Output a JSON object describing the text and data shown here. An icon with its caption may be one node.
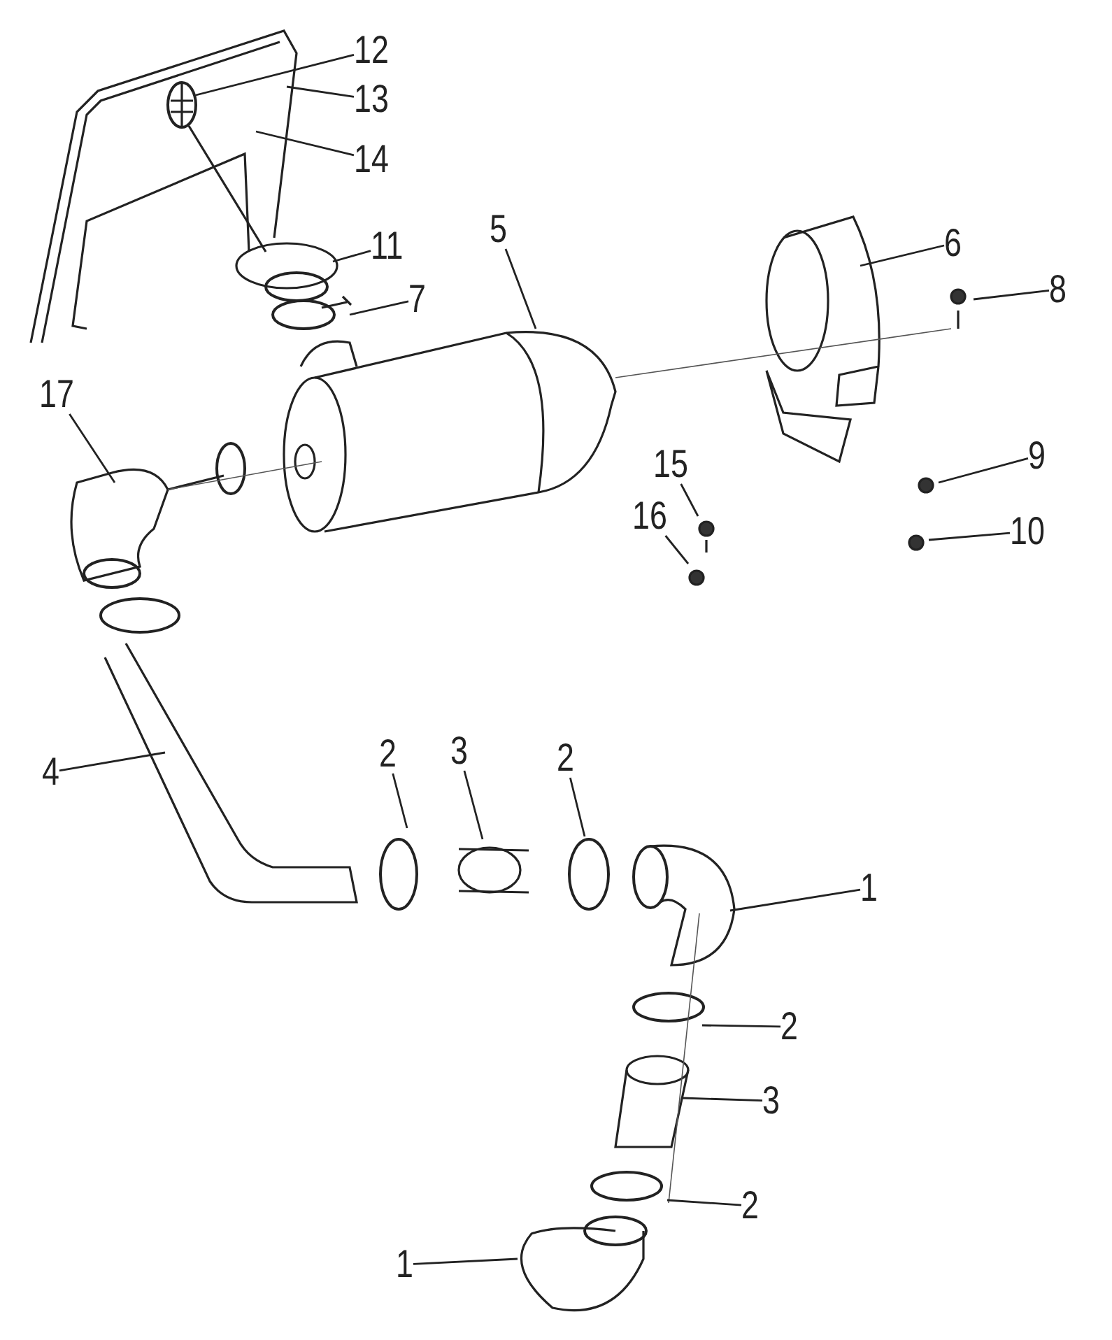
{
  "diagram": {
    "nodes": [
      {
        "text": [
          "12"
        ]
      },
      {
        "text": [
          "13"
        ]
      },
      {
        "text": [
          "14"
        ]
      },
      {
        "text": [
          "11"
        ]
      },
      {
        "text": [
          "7"
        ]
      },
      {
        "text": [
          "5"
        ]
      },
      {
        "text": [
          "6"
        ]
      },
      {
        "text": [
          "8"
        ]
      },
      {
        "text": [
          "17"
        ]
      },
      {
        "text": [
          "15"
        ]
      },
      {
        "text": [
          "9"
        ]
      },
      {
        "text": [
          "16"
        ]
      },
      {
        "text": [
          "10"
        ]
      },
      {
        "text": [
          "4"
        ]
      },
      {
        "text": [
          "2"
        ]
      },
      {
        "text": [
          "3"
        ]
      },
      {
        "text": [
          "2"
        ]
      },
      {
        "text": [
          "1"
        ]
      },
      {
        "text": [
          "2"
        ]
      },
      {
        "text": [
          "3"
        ]
      },
      {
        "text": [
          "2"
        ]
      },
      {
        "text": [
          "1"
        ]
      }
    ],
    "edges": [
      {
        "from": 0,
        "to": null,
        "arrow": "none"
      },
      {
        "from": 1,
        "to": null,
        "arrow": "none"
      },
      {
        "from": 2,
        "to": null,
        "arrow": "none"
      },
      {
        "from": 3,
        "to": null,
        "arrow": "none"
      },
      {
        "from": 4,
        "to": null,
        "arrow": "none"
      },
      {
        "from": 5,
        "to": null,
        "arrow": "none"
      },
      {
        "from": 6,
        "to": null,
        "arrow": "none"
      },
      {
        "from": 7,
        "to": null,
        "arrow": "none"
      },
      {
        "from": 8,
        "to": null,
        "arrow": "none"
      },
      {
        "from": 9,
        "to": null,
        "arrow": "none"
      },
      {
        "from": 10,
        "to": null,
        "arrow": "none"
      },
      {
        "from": 11,
        "to": null,
        "arrow": "none"
      },
      {
        "from": 12,
        "to": null,
        "arrow": "none"
      },
      {
        "from": 13,
        "to": null,
        "arrow": "none"
      },
      {
        "from": 14,
        "to": null,
        "arrow": "none"
      },
      {
        "from": 15,
        "to": null,
        "arrow": "none"
      },
      {
        "from": 16,
        "to": null,
        "arrow": "none"
      },
      {
        "from": 17,
        "to": null,
        "arrow": "none"
      },
      {
        "from": 18,
        "to": null,
        "arrow": "none"
      },
      {
        "from": 19,
        "to": null,
        "arrow": "none"
      },
      {
        "from": 20,
        "to": null,
        "arrow": "none"
      },
      {
        "from": 21,
        "to": null,
        "arrow": "none"
      }
    ]
  }
}
